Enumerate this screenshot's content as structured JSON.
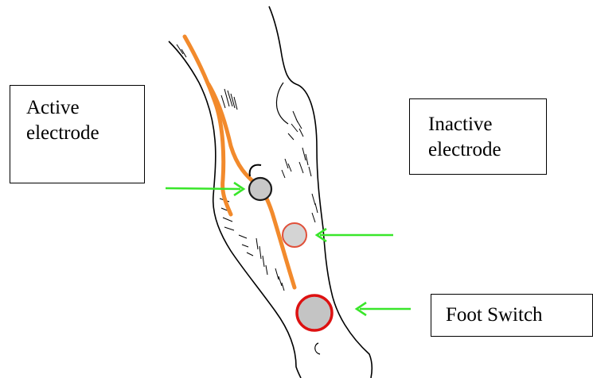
{
  "labels": {
    "active_electrode": {
      "line1": "Active",
      "line2": "electrode"
    },
    "inactive_electrode": {
      "line1": "Inactive",
      "line2": "electrode"
    },
    "foot_switch": {
      "line1": "Foot Switch"
    }
  },
  "colors": {
    "nerve": "#f28a2c",
    "arrow": "#39e62a",
    "outline": "#000000",
    "active_electrode_fill": "#c8c8c8",
    "active_electrode_stroke": "#1a1a1a",
    "inactive_electrode_fill": "#d4d4d4",
    "inactive_electrode_stroke": "#e0503a",
    "foot_switch_fill": "#c4c4c4",
    "foot_switch_stroke": "#dd1111"
  }
}
